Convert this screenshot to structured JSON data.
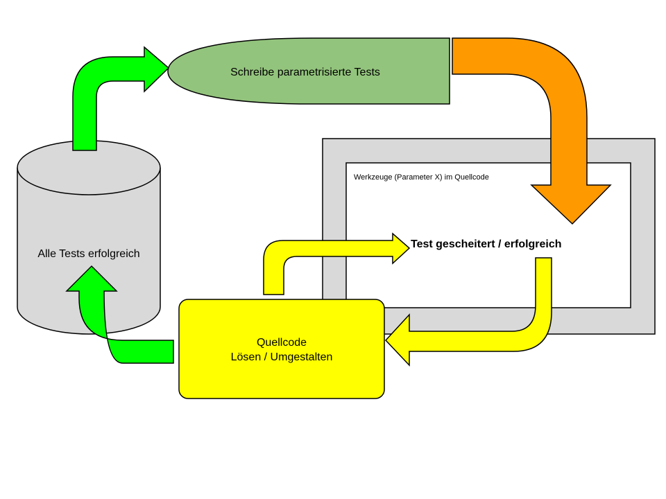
{
  "nodes": {
    "write_tests": {
      "label": "Schreibe parametrisierte Tests"
    },
    "all_pass": {
      "label": "Alle Tests erfolgreich"
    },
    "tools_frame": {
      "label": "Werkzeuge (Parameter X) im Quellcode"
    },
    "test_result": {
      "label": "Test gescheitert / erfolgreich"
    },
    "source_code": {
      "line1": "Quellcode",
      "line2": "Lösen / Umgestalten"
    }
  },
  "colors": {
    "green_arrow": "#00ff00",
    "ellipse_fill": "#93c47d",
    "orange_arrow": "#ff9900",
    "yellow": "#ffff00",
    "gray": "#d9d9d9",
    "outline": "#000000"
  }
}
